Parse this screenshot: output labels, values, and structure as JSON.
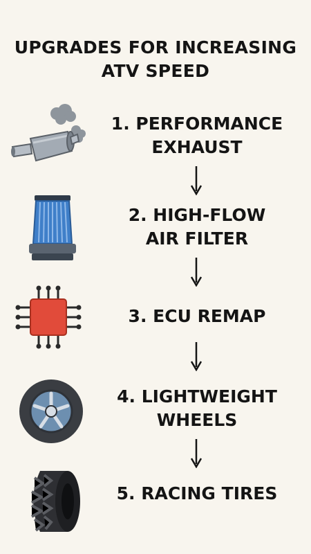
{
  "title": {
    "line1": "UPGRADES FOR INCREASING",
    "line2": "ATV SPEED"
  },
  "steps": [
    {
      "number": "1.",
      "lines": [
        "PERFORMANCE",
        "EXHAUST"
      ],
      "icon": "exhaust-muffler-icon"
    },
    {
      "number": "2.",
      "lines": [
        "HIGH-FLOW",
        "AIR FILTER"
      ],
      "icon": "air-filter-icon"
    },
    {
      "number": "3.",
      "lines": [
        "ECU REMAP"
      ],
      "icon": "ecu-chip-icon"
    },
    {
      "number": "4.",
      "lines": [
        "LIGHTWEIGHT",
        "WHEELS"
      ],
      "icon": "wheel-icon"
    },
    {
      "number": "5.",
      "lines": [
        "RACING TIRES"
      ],
      "icon": "tire-icon"
    }
  ],
  "step_labels": {
    "s1_l1": "1. PERFORMANCE",
    "s1_l2": "EXHAUST",
    "s2_l1": "2. HIGH-FLOW",
    "s2_l2": "AIR FILTER",
    "s3_l1": "3. ECU REMAP",
    "s4_l1": "4. LIGHTWEIGHT",
    "s4_l2": "WHEELS",
    "s5_l1": "5. RACING TIRES"
  },
  "colors": {
    "background": "#f8f5ee",
    "text": "#141414",
    "filter_blue": "#3f7fc9",
    "ecu_red": "#e14b3a",
    "metal_gray": "#9aa3ad",
    "tire_dark": "#2e2f33"
  }
}
